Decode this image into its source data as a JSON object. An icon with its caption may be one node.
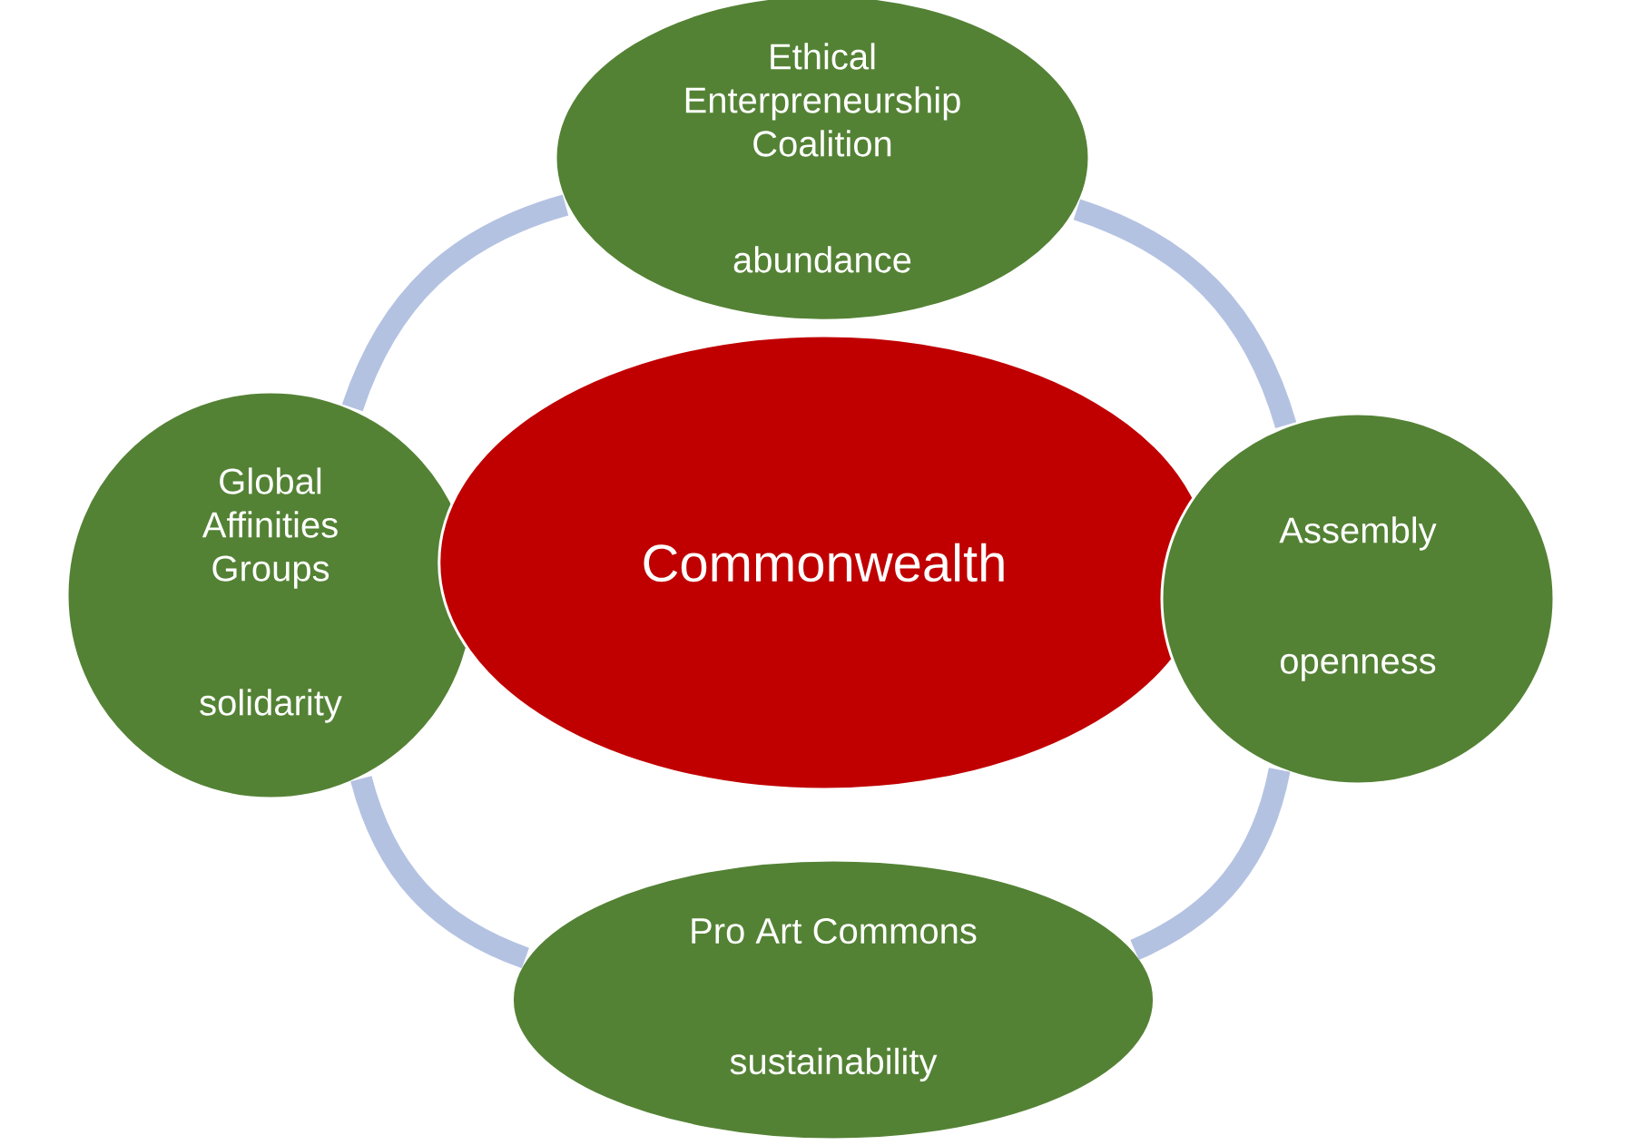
{
  "diagram": {
    "nodes": [
      {
        "text": [
          "Ethical Enterpreneurship Coalition",
          "abundance"
        ]
      },
      {
        "text": [
          "Global Affinities Groups",
          "solidarity"
        ]
      },
      {
        "text": [
          "Commonwealth"
        ]
      },
      {
        "text": [
          "Assembly",
          "openness"
        ]
      },
      {
        "text": [
          "Pro Art Commons",
          "sustainability"
        ]
      }
    ],
    "edges": [
      {
        "from": 0,
        "to": 3,
        "arrow": "none"
      },
      {
        "from": 3,
        "to": 4,
        "arrow": "none"
      },
      {
        "from": 4,
        "to": 1,
        "arrow": "none"
      },
      {
        "from": 1,
        "to": 0,
        "arrow": "none"
      }
    ]
  }
}
